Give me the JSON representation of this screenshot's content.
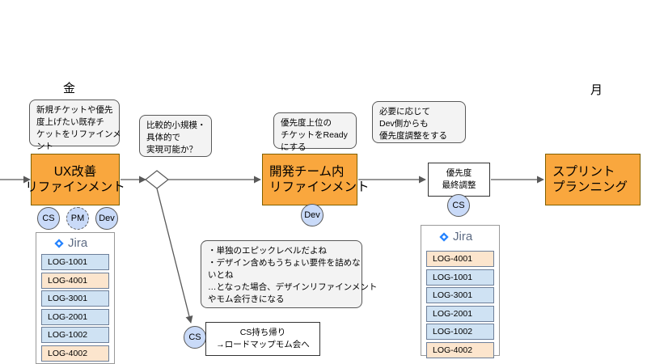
{
  "days": {
    "friday": "金",
    "monday": "月"
  },
  "bubbles": {
    "refinement_note": [
      "新規チケットや優先",
      "度上げたい既存チ",
      "ケットをリファインメ",
      "ント"
    ],
    "decision_note": [
      "比較的小規模・",
      "具体的で",
      "実現可能か？"
    ],
    "ready_note": [
      "優先度上位の",
      "チケットをReady",
      "にする"
    ],
    "adjust_note": [
      "必要に応じて",
      "Dev側からも",
      "優先度調整をする"
    ],
    "epic_note": [
      "・単独のエピックレベルだよね",
      "・デザイン含めもうちょい要件を詰めな",
      "いとね",
      "…となった場合、デザインリファインメント",
      "やモム会行きになる"
    ]
  },
  "process": {
    "ux_refinement": [
      "UX改善",
      "リファインメント"
    ],
    "dev_refinement": [
      "開発チーム内",
      "リファインメント"
    ],
    "final_priority": [
      "優先度",
      "最終調整"
    ],
    "sprint_planning": [
      "スプリント",
      "プランニング"
    ],
    "cs_takeback": [
      "CS持ち帰り",
      "→ロードマップモム会へ"
    ]
  },
  "roles": {
    "ux": [
      "CS",
      "PM",
      "Dev"
    ],
    "dev_team": "Dev",
    "final": "CS",
    "takeback": "CS"
  },
  "jira_label": "Jira",
  "backlog_before": [
    {
      "id": "LOG-1001",
      "kind": "blue"
    },
    {
      "id": "LOG-4001",
      "kind": "orange"
    },
    {
      "id": "LOG-3001",
      "kind": "blue"
    },
    {
      "id": "LOG-2001",
      "kind": "blue"
    },
    {
      "id": "LOG-1002",
      "kind": "blue"
    },
    {
      "id": "LOG-4002",
      "kind": "orange"
    }
  ],
  "backlog_after": [
    {
      "id": "LOG-4001",
      "kind": "orange"
    },
    {
      "id": "LOG-1001",
      "kind": "blue"
    },
    {
      "id": "LOG-3001",
      "kind": "blue"
    },
    {
      "id": "LOG-2001",
      "kind": "blue"
    },
    {
      "id": "LOG-1002",
      "kind": "blue"
    },
    {
      "id": "LOG-4002",
      "kind": "orange"
    }
  ],
  "colors": {
    "process_fill": "#f9a73e",
    "role_fill": "#c9daf8",
    "ticket_blue": "#cfe2f3",
    "ticket_orange": "#fce5cd",
    "jira_blue": "#2684ff"
  }
}
